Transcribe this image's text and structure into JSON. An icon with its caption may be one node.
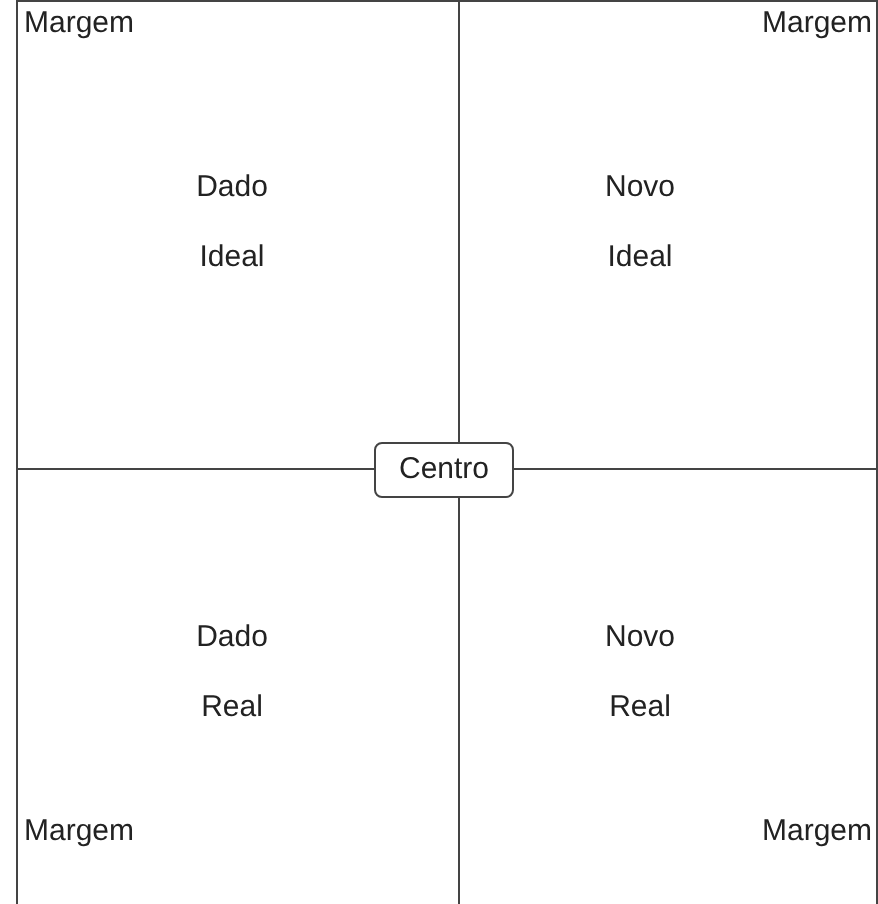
{
  "diagram": {
    "nodes": [
      {
        "text": [
          "Margem",
          "Dado Ideal"
        ]
      },
      {
        "text": [
          "Margem",
          "Novo Ideal"
        ]
      },
      {
        "text": [
          "Dado Real",
          "Margem"
        ]
      },
      {
        "text": [
          "Novo Real",
          "Margem"
        ]
      },
      {
        "text": [
          "Centro"
        ]
      }
    ]
  }
}
